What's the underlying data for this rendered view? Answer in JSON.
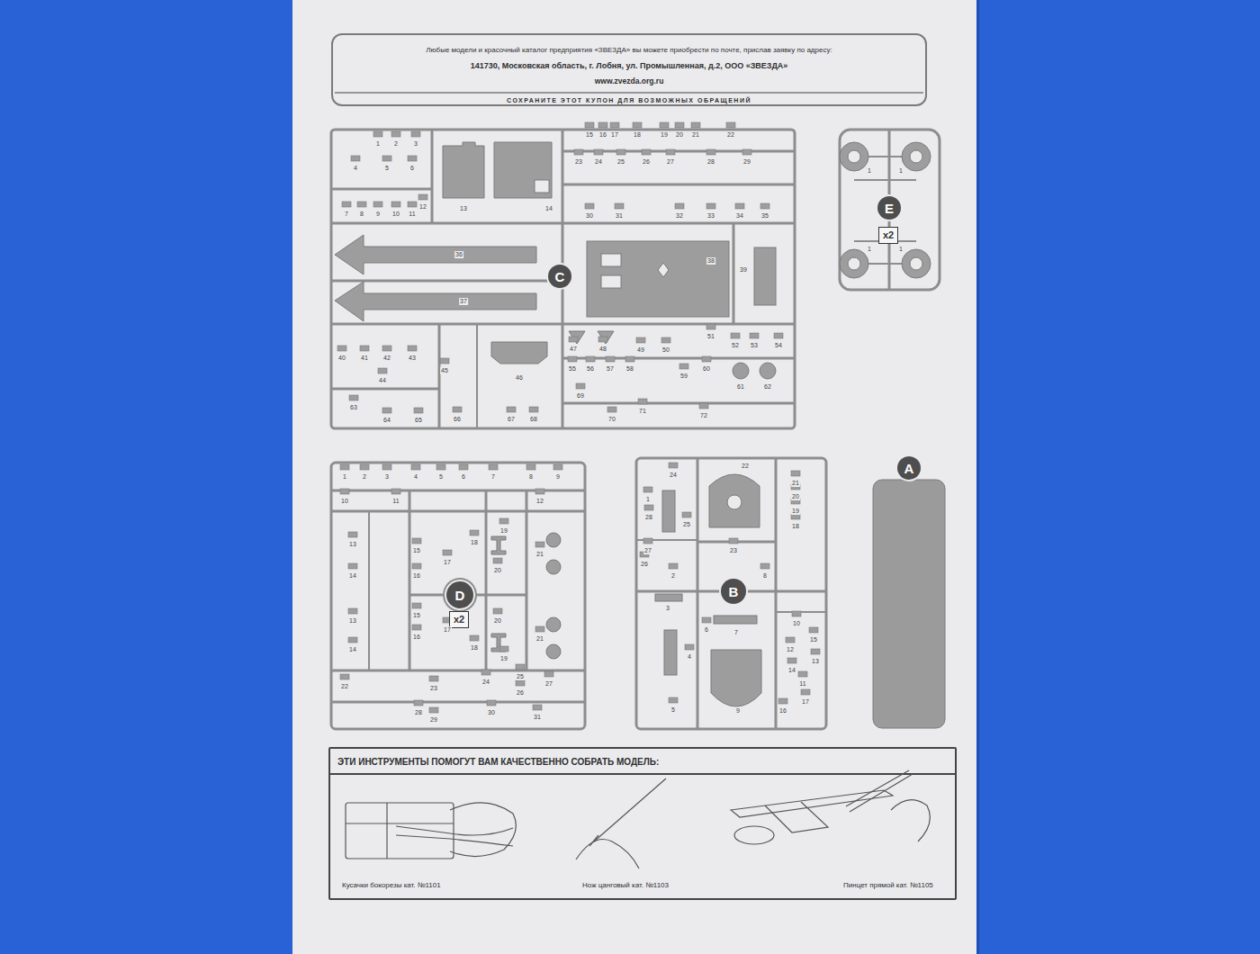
{
  "diagram": {
    "nodes": [
      {
        "text": [
          "Любые модели и красочный каталог предприятия «ЗВЕЗДА» вы можете приобрести по почте, прислав заявку по адресу:",
          "141730, Московская область, г. Лобня, ул. Промышленная, д.2, ООО «ЗВЕЗДА»",
          "www.zvezda.org.ru",
          "СОХРАНИТЕ ЭТОТ КУПОН ДЛЯ ВОЗМОЖНЫХ ОБРАЩЕНИЙ"
        ]
      },
      {
        "text": [
          "C"
        ]
      },
      {
        "text": [
          "E"
        ]
      },
      {
        "text": [
          "x2"
        ]
      },
      {
        "text": [
          "A"
        ]
      },
      {
        "text": [
          "D"
        ]
      },
      {
        "text": [
          "x2"
        ]
      },
      {
        "text": [
          "B"
        ]
      },
      {
        "text": [
          "ЭТИ ИНСТРУМЕНТЫ ПОМОГУТ ВАМ КАЧЕСТВЕННО СОБРАТЬ МОДЕЛЬ:",
          "Кусачки бокорезы кат. №1101",
          "Нож цанговый кат. №1103",
          "Пинцет прямой кат. №1105"
        ]
      }
    ],
    "labels": [
      "1",
      "2",
      "3",
      "4",
      "5",
      "6",
      "7",
      "8",
      "9",
      "10",
      "11",
      "12",
      "13",
      "14",
      "15",
      "16",
      "17",
      "18",
      "19",
      "20",
      "21",
      "22",
      "23",
      "24",
      "25",
      "26",
      "27",
      "28",
      "29",
      "30",
      "31",
      "32",
      "33",
      "34",
      "35",
      "36",
      "37",
      "38",
      "39",
      "40",
      "41",
      "42",
      "43",
      "44",
      "45",
      "46",
      "47",
      "48",
      "49",
      "50",
      "51",
      "52",
      "53",
      "54",
      "55",
      "56",
      "57",
      "58",
      "59",
      "60",
      "61",
      "62",
      "63",
      "64",
      "65",
      "66",
      "67",
      "68",
      "69",
      "70",
      "71",
      "72",
      "1",
      "1",
      "1",
      "1",
      "1",
      "2",
      "3",
      "4",
      "5",
      "6",
      "7",
      "8",
      "9",
      "10",
      "11",
      "12",
      "13",
      "14",
      "15",
      "16",
      "17",
      "18",
      "19",
      "20",
      "21",
      "13",
      "14",
      "15",
      "16",
      "17",
      "18",
      "19",
      "20",
      "21",
      "22",
      "23",
      "24",
      "25",
      "26",
      "27",
      "28",
      "29",
      "30",
      "31",
      "1",
      "2",
      "3",
      "4",
      "5",
      "6",
      "7",
      "8",
      "9",
      "10",
      "11",
      "12",
      "13",
      "14",
      "15",
      "16",
      "17",
      "18",
      "19",
      "20",
      "21",
      "22",
      "23",
      "24",
      "25",
      "26",
      "27",
      "28"
    ]
  }
}
